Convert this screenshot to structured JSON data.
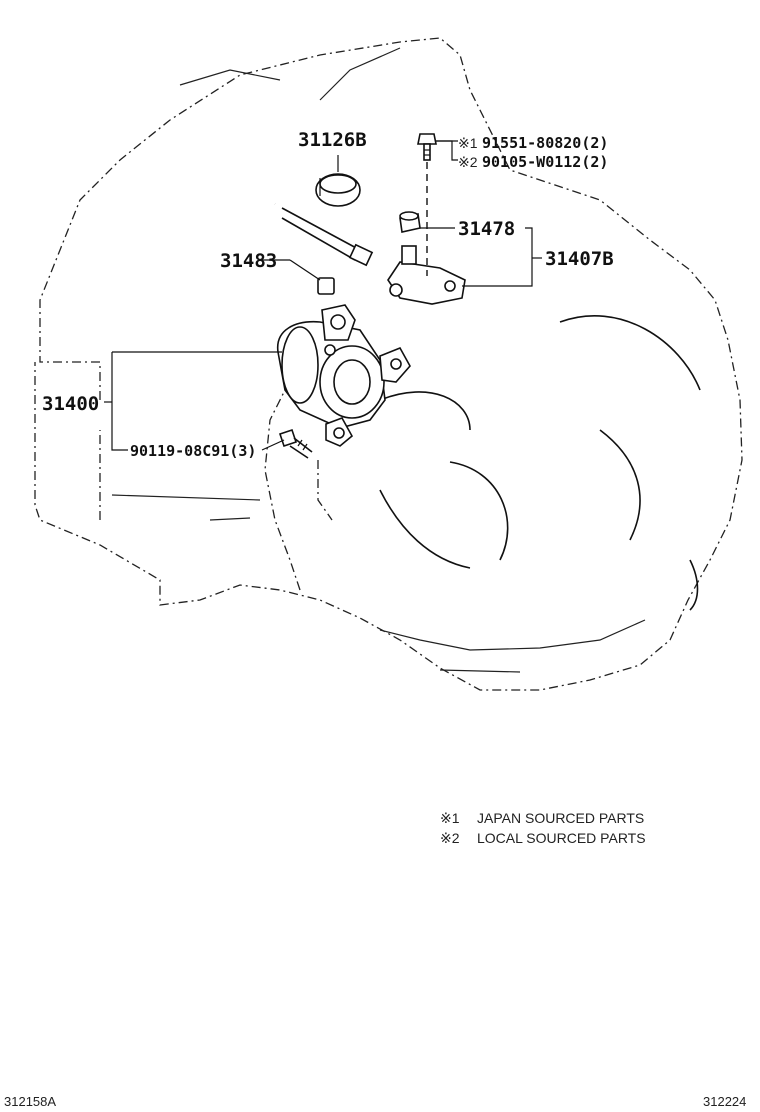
{
  "diagram": {
    "parts": {
      "p31126b": "31126B",
      "p31483": "31483",
      "p31478": "31478",
      "p31407b": "31407B",
      "p31400": "31400",
      "bolt_main": "90119-08C91(3)",
      "bolt_japan": "91551-80820(2)",
      "bolt_local": "90105-W0112(2)",
      "mark_japan": "※1",
      "mark_local": "※2"
    },
    "legend": [
      {
        "mark": "※1",
        "text": "JAPAN SOURCED PARTS"
      },
      {
        "mark": "※2",
        "text": "LOCAL SOURCED PARTS"
      }
    ],
    "footer": {
      "left_code": "312158A",
      "right_code": "312224"
    }
  }
}
